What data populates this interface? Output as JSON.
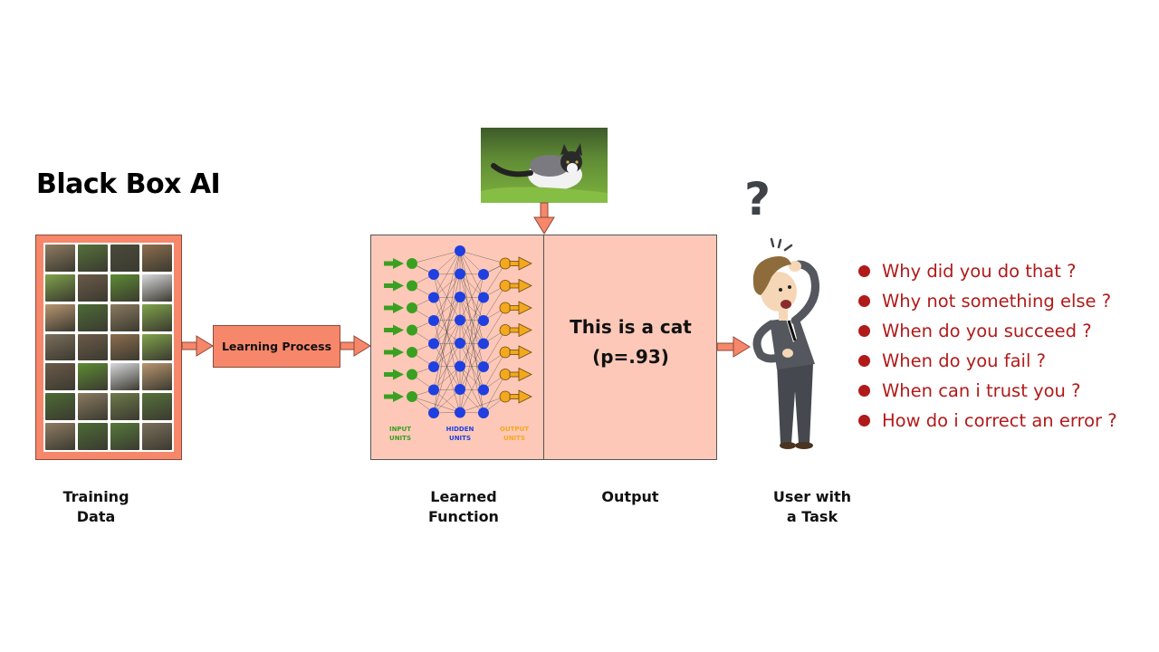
{
  "title": "Black Box AI",
  "training": {
    "caption_line1": "Training",
    "caption_line2": "Data",
    "photo_colors": [
      "#8f7c62",
      "#55713b",
      "#4a4a3a",
      "#8d6d4e",
      "#7fa24a",
      "#6b5a48",
      "#5d8c33",
      "#d8d8dc",
      "#b89570",
      "#4c6b35",
      "#8a7a60",
      "#7fa24a",
      "#7b6e5a",
      "#6b5a48",
      "#8d6d4e",
      "#7fa24a",
      "#6b5a48",
      "#5d8c33",
      "#d8d8dc",
      "#b89570",
      "#4c6b35",
      "#8a7a60",
      "#6d7a4a",
      "#55713b",
      "#8f7c62",
      "#4c6b35",
      "#557a3a",
      "#7b6e5a"
    ]
  },
  "learning_process": {
    "label": "Learning Process"
  },
  "learned_function": {
    "caption_line1": "Learned",
    "caption_line2": "Function",
    "network": {
      "input_label_1": "INPUT",
      "input_label_2": "UNITS",
      "hidden_label_1": "HIDDEN",
      "hidden_label_2": "UNITS",
      "output_label_1": "OUTPUT",
      "output_label_2": "UNITS",
      "input_units": 7,
      "hidden_layers": [
        7,
        8,
        7
      ],
      "output_units": 7,
      "colors": {
        "input": "#3aa021",
        "hidden": "#1f3fe0",
        "output": "#f4a81d"
      }
    }
  },
  "output": {
    "caption": "Output",
    "prediction_line1": "This is a cat",
    "prediction_line2": "(p=.93)"
  },
  "user": {
    "caption_line1": "User with",
    "caption_line2": "a Task",
    "question_mark": "?"
  },
  "questions": [
    "Why did you do that ?",
    "Why not something else ?",
    "When do you succeed ?",
    "When do you fail ?",
    "When can i trust you ?",
    "How do i correct an error ?"
  ],
  "colors": {
    "accent": "#f7876a",
    "panel": "#fdc8b8",
    "question_text": "#b11a1a"
  }
}
